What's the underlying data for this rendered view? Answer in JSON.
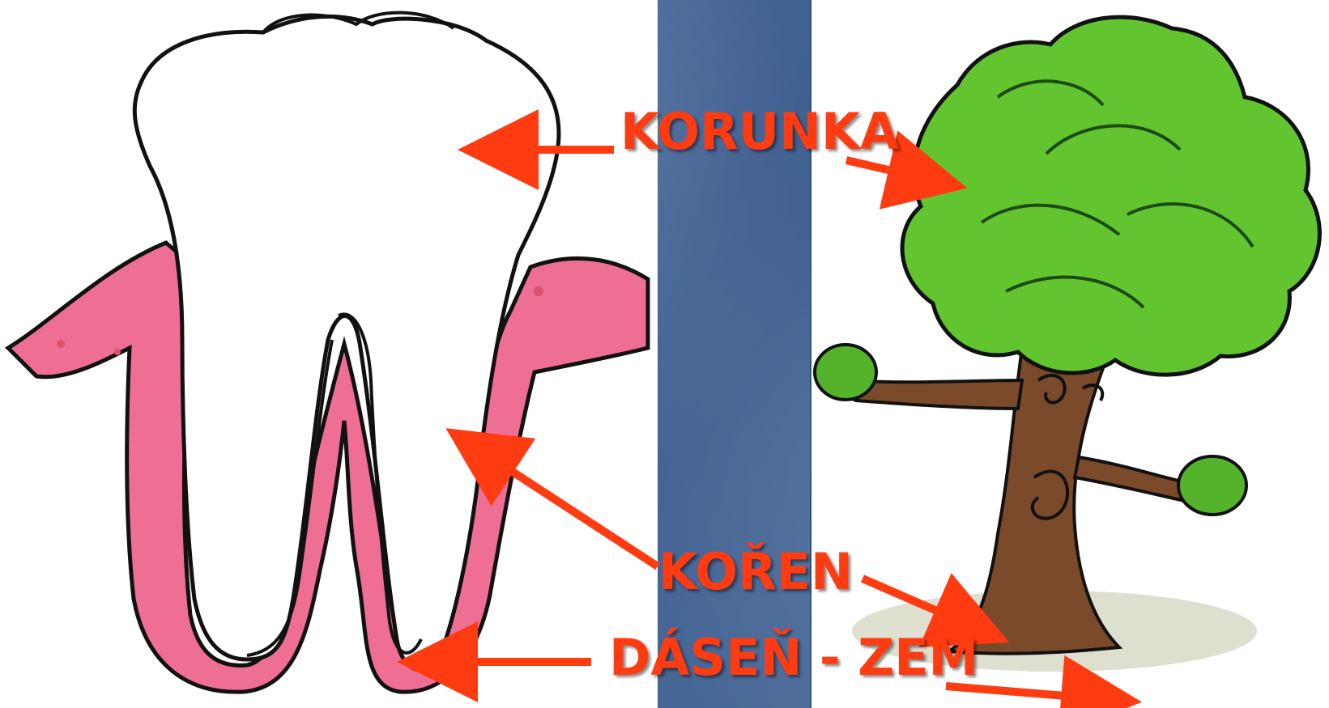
{
  "labels": {
    "crown": "KORUNKA",
    "root": "KOŘEN",
    "ground": "DÁSEŇ - ZEM"
  },
  "colors": {
    "label": "#ff3b12",
    "gum": "#ef6f94",
    "tooth": "#ffffff",
    "leaf": "#62c530",
    "trunk": "#7a4a2a",
    "background": "#4a6a9a"
  }
}
